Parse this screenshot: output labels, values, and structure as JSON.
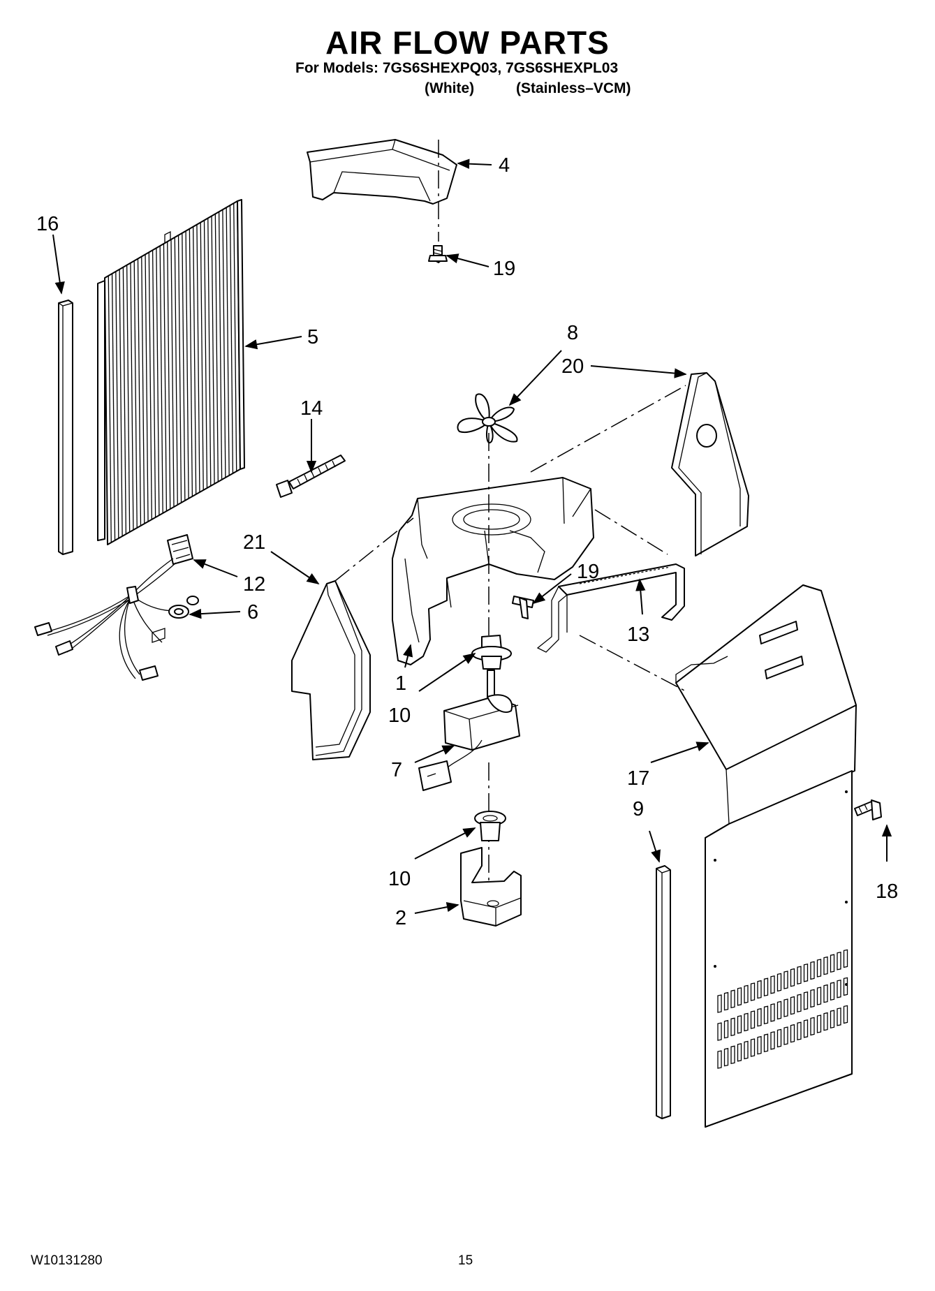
{
  "header": {
    "title": "AIR FLOW PARTS",
    "models_line": "For Models: 7GS6SHEXPQ03, 7GS6SHEXPL03",
    "variant_1": "(White)",
    "variant_2": "(Stainless–VCM)"
  },
  "footer": {
    "doc_number": "W10131280",
    "page_number": "15"
  },
  "callouts": {
    "c1": "1",
    "c2": "2",
    "c4": "4",
    "c5": "5",
    "c6": "6",
    "c7": "7",
    "c8": "8",
    "c9": "9",
    "c10a": "10",
    "c10b": "10",
    "c12": "12",
    "c13": "13",
    "c14": "14",
    "c16": "16",
    "c17": "17",
    "c18": "18",
    "c19a": "19",
    "c19b": "19",
    "c20": "20",
    "c21": "21"
  }
}
